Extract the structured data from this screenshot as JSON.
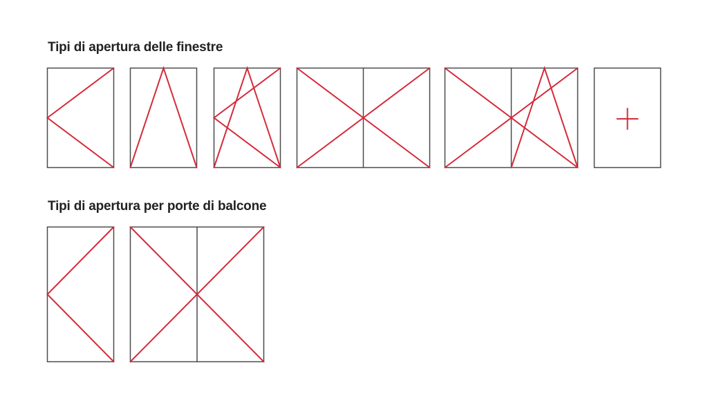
{
  "sections": [
    {
      "title": "Tipi di apertura delle finestre",
      "items": [
        {
          "type": "anta-ribalta-left-hinged",
          "icon": "window-single-casement-icon"
        },
        {
          "type": "vasistas-tilt",
          "icon": "window-tilt-icon"
        },
        {
          "type": "tilt-and-turn",
          "icon": "window-tilt-turn-icon"
        },
        {
          "type": "double-casement",
          "icon": "window-double-casement-icon"
        },
        {
          "type": "double-casement-with-tilt",
          "icon": "window-double-tilt-turn-icon"
        },
        {
          "type": "fixed",
          "icon": "window-fixed-icon"
        }
      ]
    },
    {
      "title": "Tipi di apertura per porte di balcone",
      "items": [
        {
          "type": "single-door-casement",
          "icon": "balcony-door-single-icon"
        },
        {
          "type": "double-door-casement",
          "icon": "balcony-door-double-icon"
        }
      ]
    }
  ],
  "colors": {
    "frame": "#4a4a4a",
    "opening_line": "#d42a3a",
    "heading": "#222222",
    "background": "#ffffff"
  }
}
